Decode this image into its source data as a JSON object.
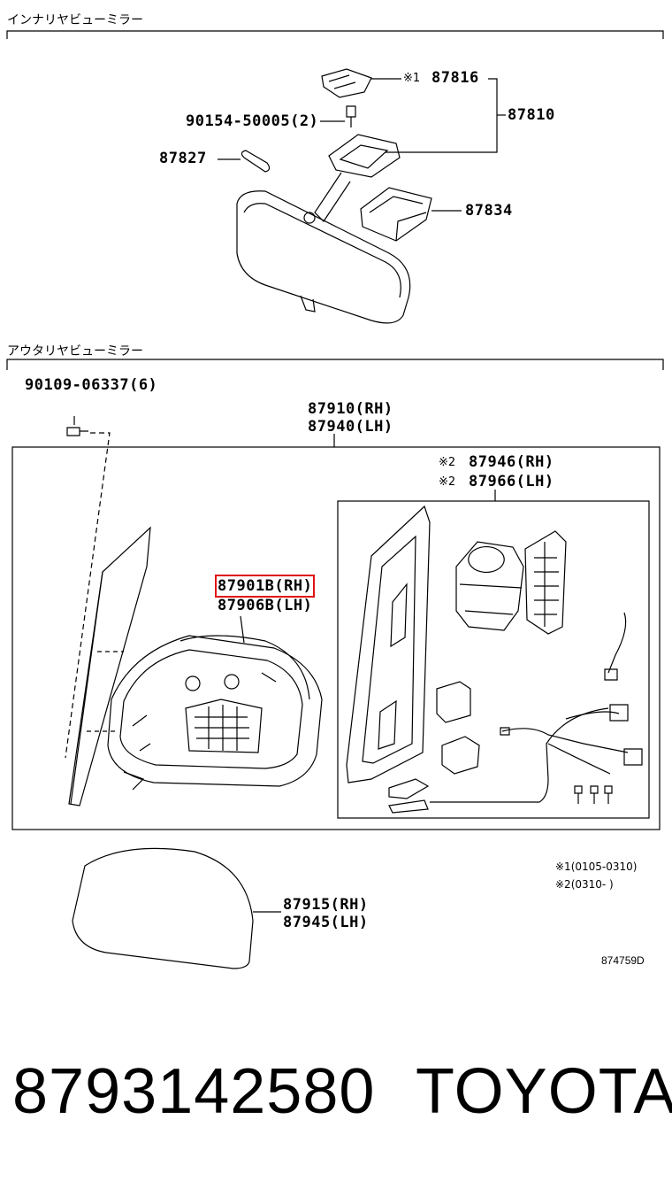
{
  "sections": {
    "interior_title": "インナリヤビューミラー",
    "outer_title": "アウタリヤビューミラー"
  },
  "labels": {
    "l87816": "87816",
    "mark1_a": "※1",
    "l87810": "87810",
    "l90154": "90154-50005(2)",
    "l87827": "87827",
    "l87834": "87834",
    "l90109": "90109-06337(6)",
    "l87910": "87910(RH)",
    "l87940": "87940(LH)",
    "mark2_a": "※2",
    "l87946": "87946(RH)",
    "mark2_b": "※2",
    "l87966": "87966(LH)",
    "l87901": "87901B(RH)",
    "l87906": "87906B(LH)",
    "l87915": "87915(RH)",
    "l87945": "87945(LH)"
  },
  "notes": {
    "note1": "※1(0105-0310)",
    "note2": "※2(0310-      )",
    "diagram_code": "874759D"
  },
  "footer": {
    "part_number": "8793142580",
    "brand": "TOYOTA"
  },
  "colors": {
    "highlight": "#e01010",
    "line": "#000000"
  }
}
